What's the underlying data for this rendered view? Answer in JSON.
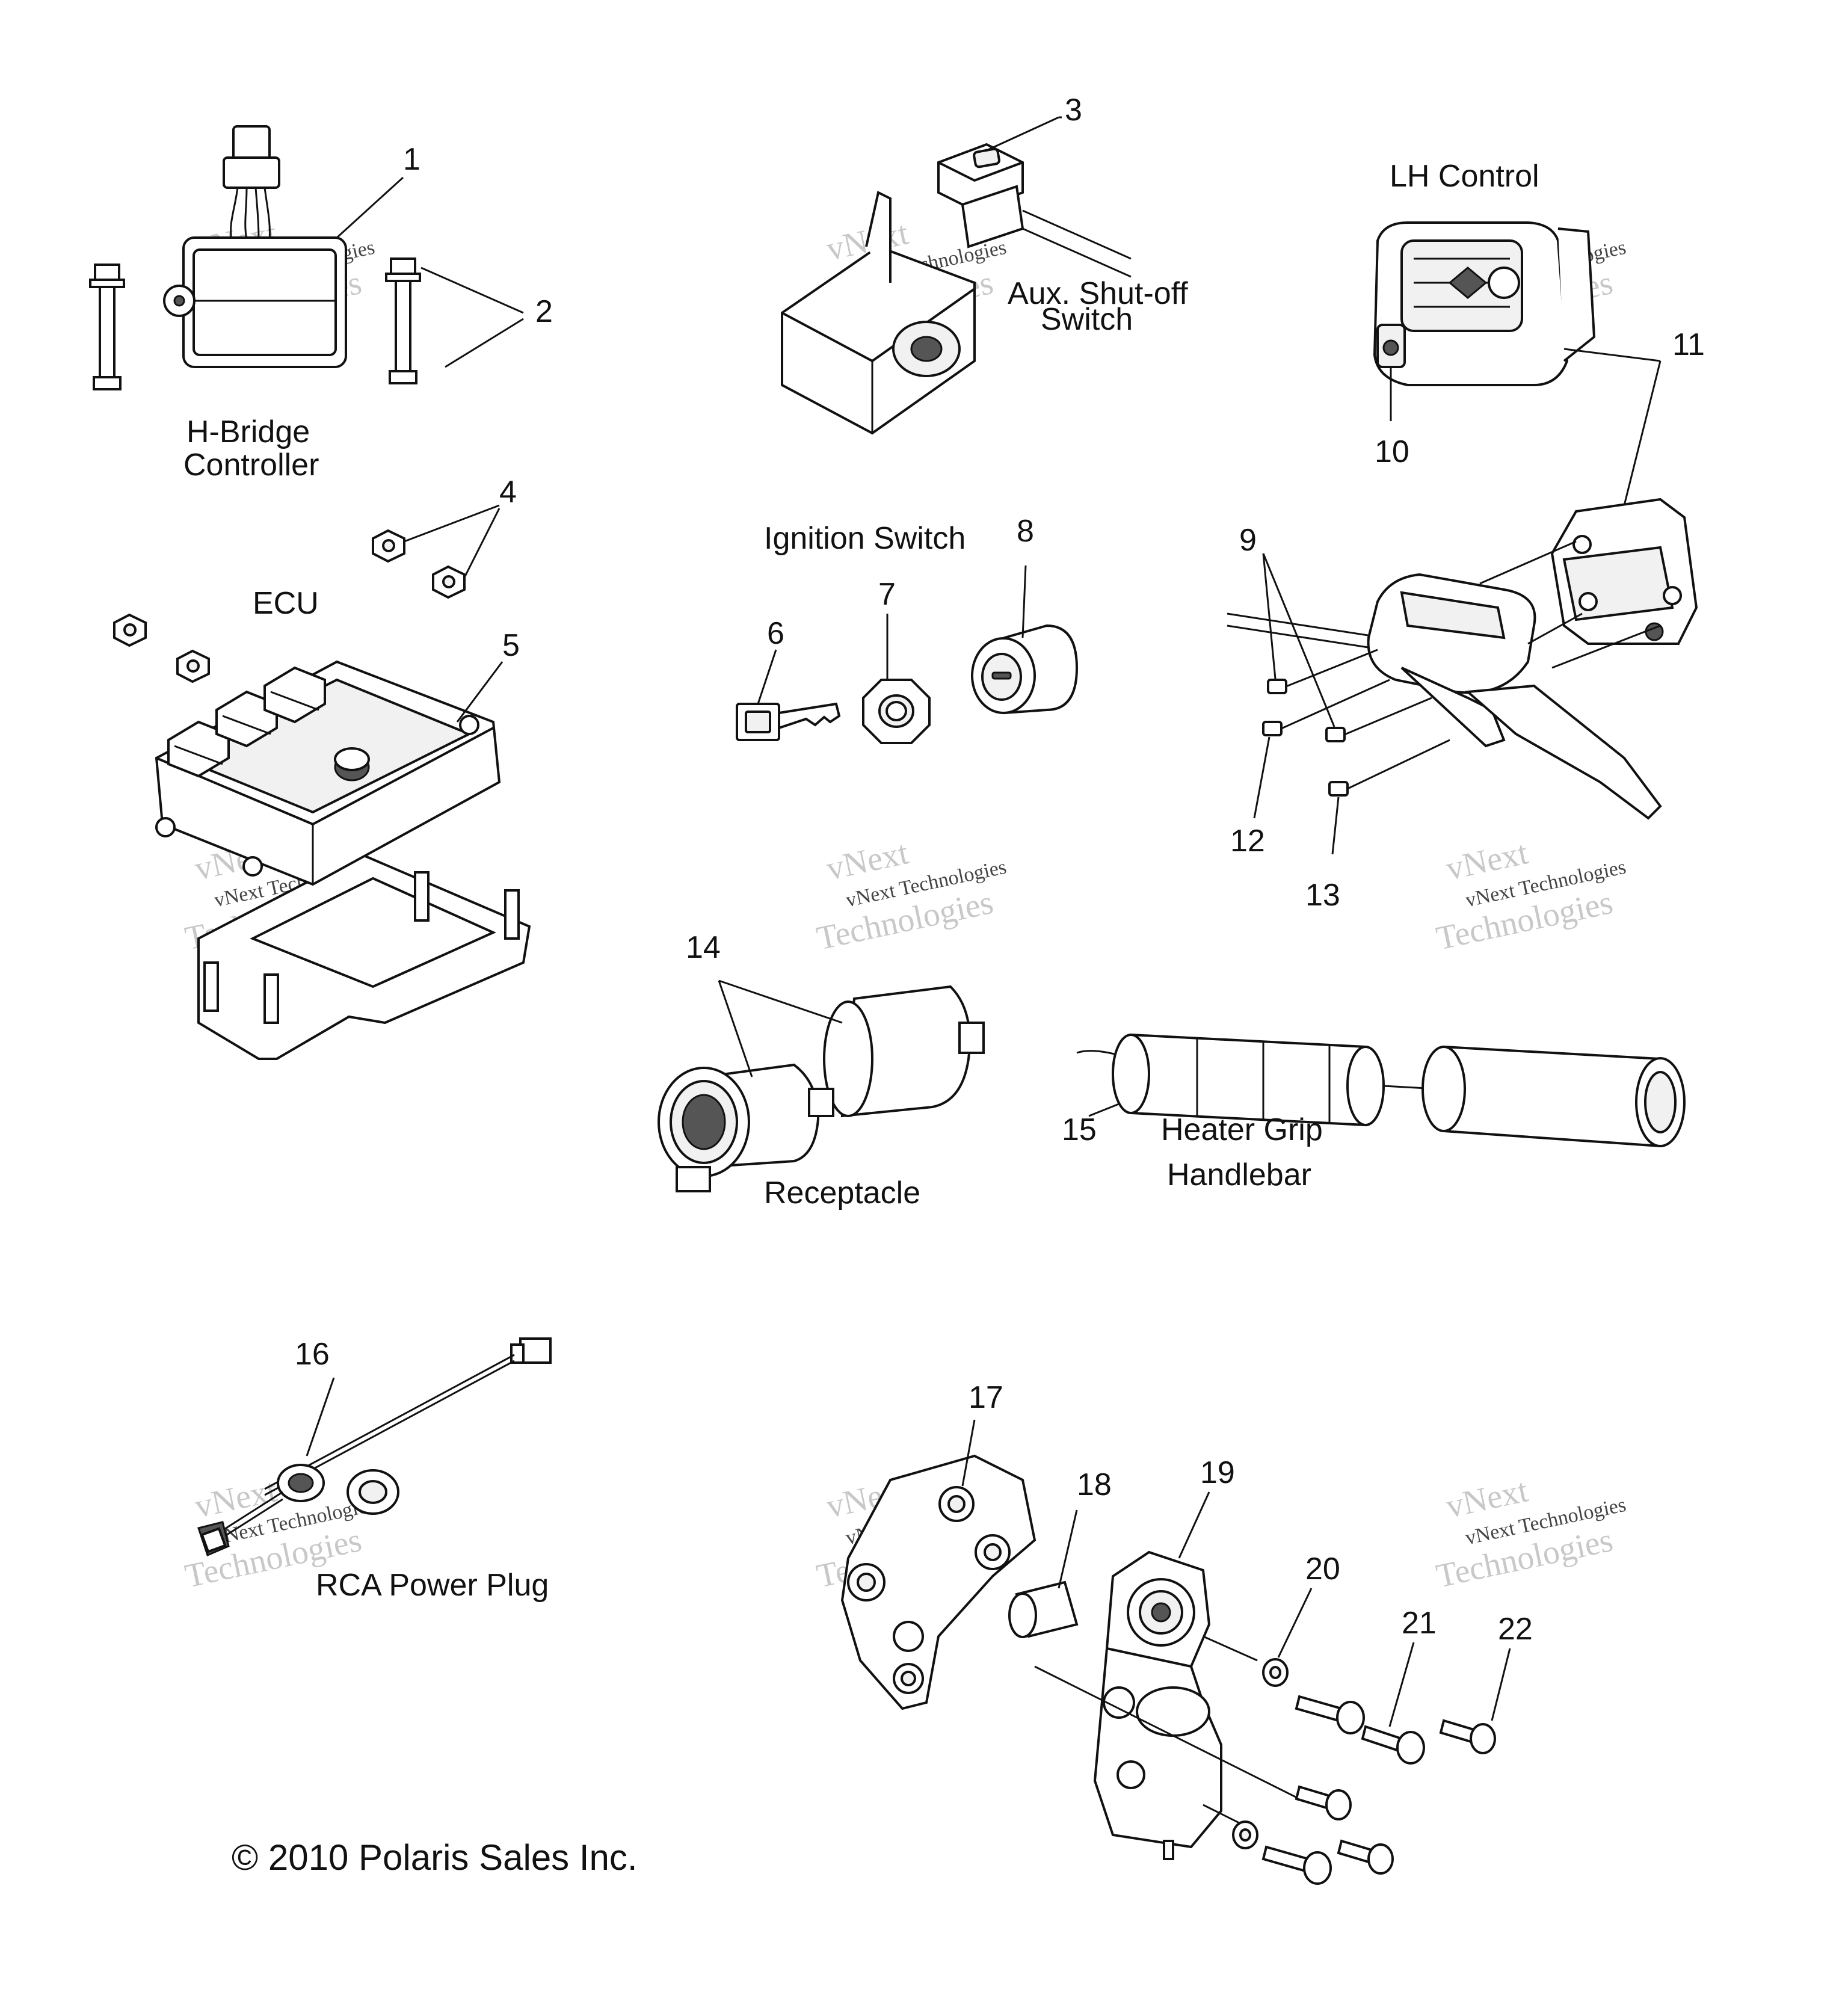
{
  "labels": {
    "hbridge_line1": "H-Bridge",
    "hbridge_line2": "Controller",
    "aux_line1": "Aux. Shut-off",
    "aux_line2": "Switch",
    "lh_control": "LH Control",
    "ecu": "ECU",
    "ignition": "Ignition Switch",
    "receptacle": "Receptacle",
    "heater_line1": "Heater Grip",
    "heater_line2": "Handlebar",
    "rca": "RCA Power Plug"
  },
  "callouts": [
    "1",
    "2",
    "3",
    "4",
    "5",
    "6",
    "7",
    "8",
    "9",
    "10",
    "11",
    "12",
    "13",
    "14",
    "15",
    "16",
    "17",
    "18",
    "19",
    "20",
    "21",
    "22"
  ],
  "copyright": "© 2010 Polaris Sales Inc.",
  "watermark": {
    "line1": "vNext Technologies",
    "line2": "vNext",
    "line3": "Technologies",
    "color": "#c8c8c8"
  }
}
